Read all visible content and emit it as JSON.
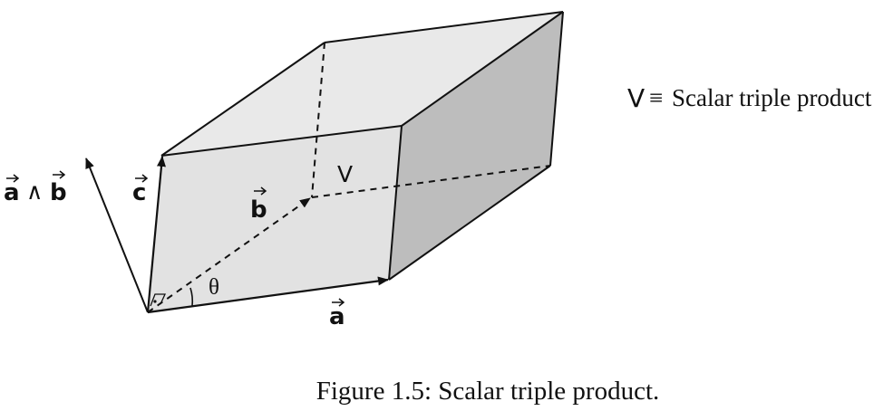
{
  "diagram": {
    "labels": {
      "vec_a": "a",
      "vec_b": "b",
      "vec_c": "c",
      "cross_a": "a",
      "wedge": "∧",
      "cross_b": "b",
      "volume": "V",
      "angle": "θ"
    },
    "legend": {
      "symbol": "V",
      "equiv": "≡",
      "text": "Scalar triple product"
    },
    "caption": "Figure 1.5: Scalar triple product."
  },
  "colors": {
    "front_face": "#e2e2e2",
    "top_face": "#e9e9e9",
    "side_face": "#bdbdbd",
    "edge": "#111111",
    "text": "#111111"
  }
}
